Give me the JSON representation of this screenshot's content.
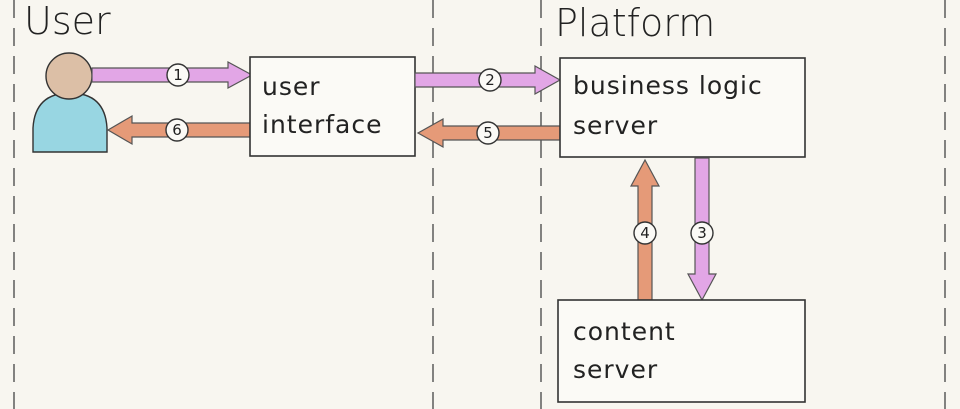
{
  "lanes": {
    "user": "User",
    "platform": "Platform"
  },
  "boxes": {
    "user_interface": [
      "user",
      "interface"
    ],
    "business_logic_server": [
      "business logic",
      "server"
    ],
    "content_server": [
      "content",
      "server"
    ]
  },
  "steps": [
    "1",
    "2",
    "3",
    "4",
    "5",
    "6"
  ],
  "colors": {
    "request": "#e2a6e6",
    "response": "#e59a78",
    "head": "#dcbfa6",
    "body": "#98d6e2"
  }
}
